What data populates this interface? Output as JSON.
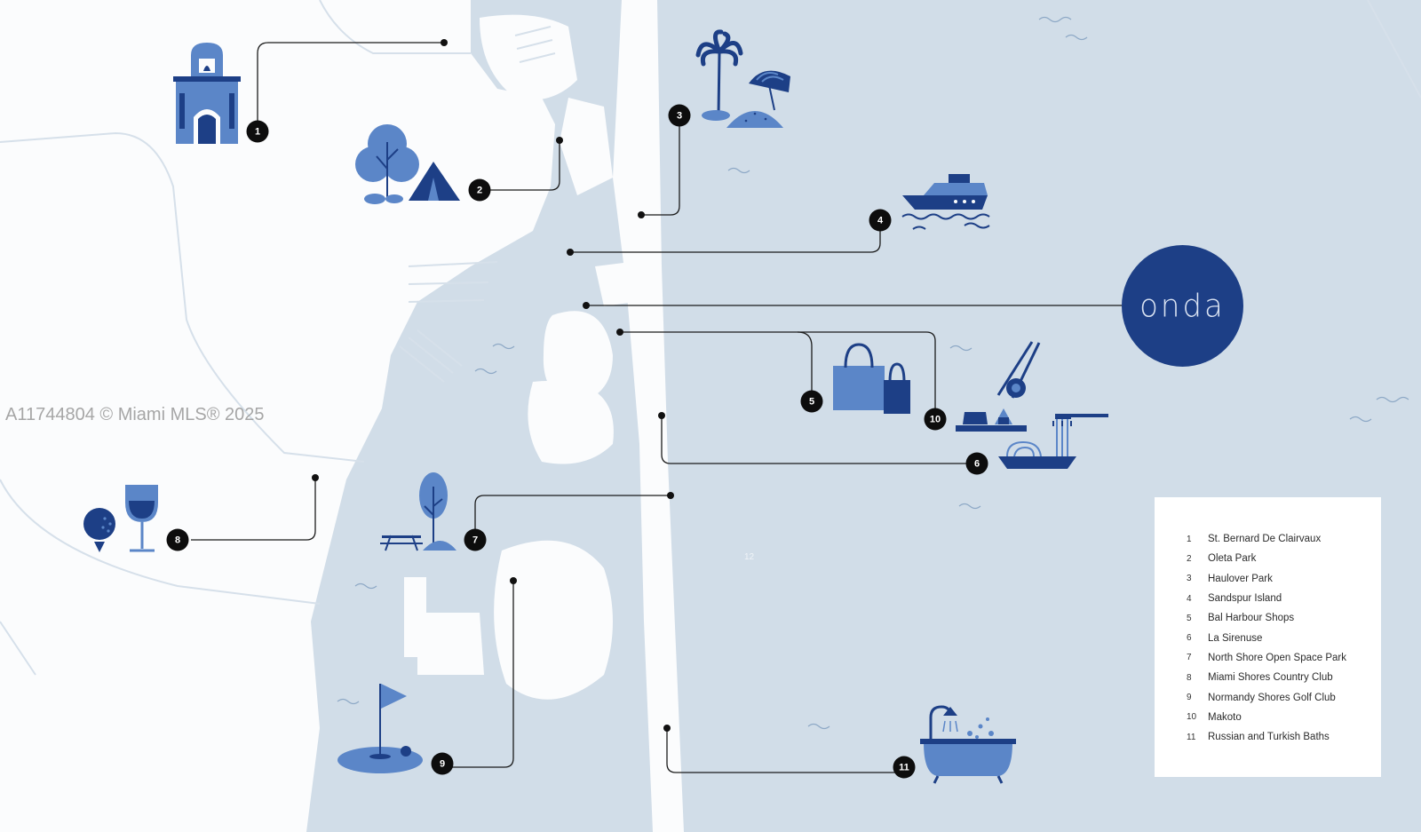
{
  "watermark": "A11744804 © Miami MLS® 2025",
  "brand": {
    "logo_text": "onda",
    "circle_color": "#1d3f86"
  },
  "colors": {
    "water": "#d1dde8",
    "land": "#fbfcfd",
    "icon_light": "#5b86c8",
    "icon_dark": "#1d3f86",
    "marker": "#0d0d0d"
  },
  "markers": [
    {
      "num": "1"
    },
    {
      "num": "2"
    },
    {
      "num": "3"
    },
    {
      "num": "4"
    },
    {
      "num": "5"
    },
    {
      "num": "6"
    },
    {
      "num": "7"
    },
    {
      "num": "8"
    },
    {
      "num": "9"
    },
    {
      "num": "10"
    },
    {
      "num": "11"
    }
  ],
  "map_label": "12",
  "legend": {
    "items": [
      {
        "num": "1",
        "name": "St. Bernard De Clairvaux"
      },
      {
        "num": "2",
        "name": "Oleta Park"
      },
      {
        "num": "3",
        "name": "Haulover Park"
      },
      {
        "num": "4",
        "name": "Sandspur Island"
      },
      {
        "num": "5",
        "name": "Bal Harbour Shops"
      },
      {
        "num": "6",
        "name": "La Sirenuse"
      },
      {
        "num": "7",
        "name": "North Shore Open Space Park"
      },
      {
        "num": "8",
        "name": "Miami Shores Country Club"
      },
      {
        "num": "9",
        "name": "Normandy Shores Golf Club"
      },
      {
        "num": "10",
        "name": "Makoto"
      },
      {
        "num": "11",
        "name": "Russian and Turkish Baths"
      }
    ]
  },
  "icons": [
    "church-icon",
    "tree-icon",
    "tent-icon",
    "palm-tree-icon",
    "beach-umbrella-icon",
    "yacht-icon",
    "shopping-bags-icon",
    "sushi-icon",
    "pasta-icon",
    "picnic-table-icon",
    "golf-ball-icon",
    "wine-glass-icon",
    "golf-flag-icon",
    "bathtub-icon"
  ]
}
